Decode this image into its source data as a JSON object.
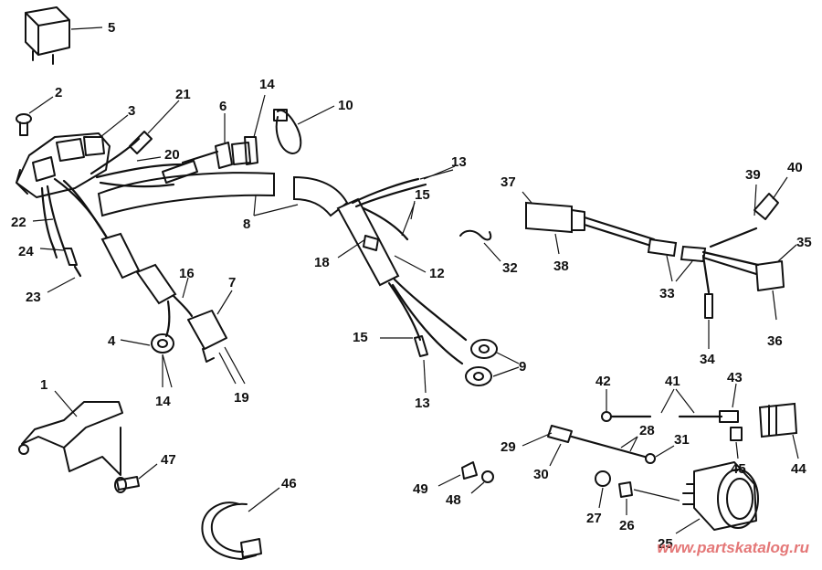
{
  "callouts": {
    "n1": "1",
    "n2": "2",
    "n3": "3",
    "n4": "4",
    "n5": "5",
    "n6": "6",
    "n7": "7",
    "n8": "8",
    "n9": "9",
    "n10": "10",
    "n12": "12",
    "n13a": "13",
    "n13b": "13",
    "n14a": "14",
    "n14b": "14",
    "n15a": "15",
    "n15b": "15",
    "n16": "16",
    "n19": "19",
    "n20": "20",
    "n21": "21",
    "n22": "22",
    "n23": "23",
    "n24": "24",
    "n25": "25",
    "n26": "26",
    "n27": "27",
    "n28": "28",
    "n29": "29",
    "n30": "30",
    "n31": "31",
    "n32": "32",
    "n33": "33",
    "n34": "34",
    "n35": "35",
    "n36": "36",
    "n37": "37",
    "n38": "38",
    "n39": "39",
    "n40": "40",
    "n41": "41",
    "n42": "42",
    "n43": "43",
    "n44": "44",
    "n45": "45",
    "n46": "46",
    "n47": "47",
    "n48": "48",
    "n49": "49",
    "n18": "18"
  },
  "watermark": "www.partskatalog.ru",
  "colors": {
    "ink": "#111111",
    "watermark": "#e06060",
    "paper": "#ffffff"
  }
}
